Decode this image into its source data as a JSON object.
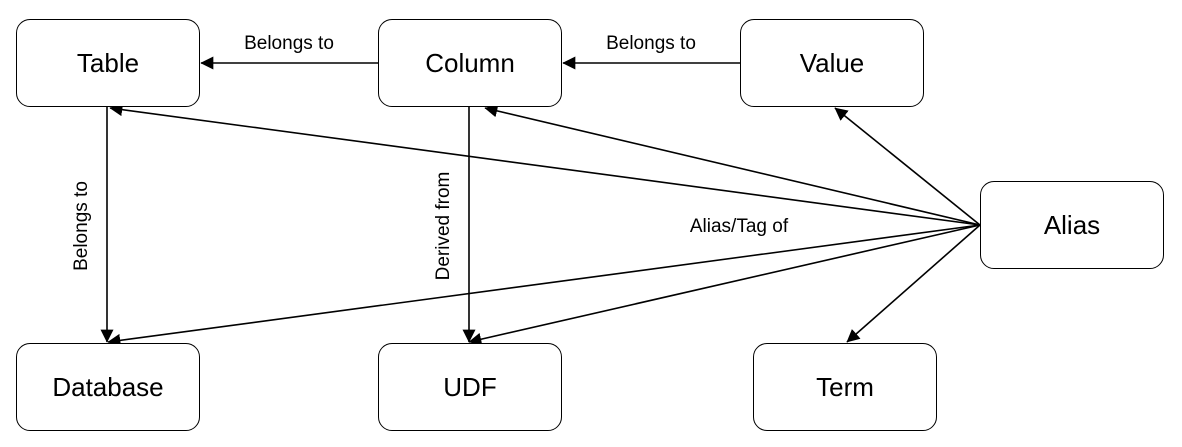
{
  "diagram": {
    "nodes": {
      "table": "Table",
      "column": "Column",
      "value": "Value",
      "alias": "Alias",
      "database": "Database",
      "udf": "UDF",
      "term": "Term"
    },
    "edges": [
      {
        "from": "column",
        "to": "table",
        "label": "Belongs to"
      },
      {
        "from": "value",
        "to": "column",
        "label": "Belongs to"
      },
      {
        "from": "table",
        "to": "database",
        "label": "Belongs to"
      },
      {
        "from": "column",
        "to": "udf",
        "label": "Derived from"
      },
      {
        "from": "alias",
        "to": "table",
        "label": ""
      },
      {
        "from": "alias",
        "to": "column",
        "label": ""
      },
      {
        "from": "alias",
        "to": "value",
        "label": ""
      },
      {
        "from": "alias",
        "to": "database",
        "label": ""
      },
      {
        "from": "alias",
        "to": "udf",
        "label": ""
      },
      {
        "from": "alias",
        "to": "term",
        "label": ""
      }
    ],
    "shared_label": "Alias/Tag of",
    "line_color": "#000000"
  }
}
